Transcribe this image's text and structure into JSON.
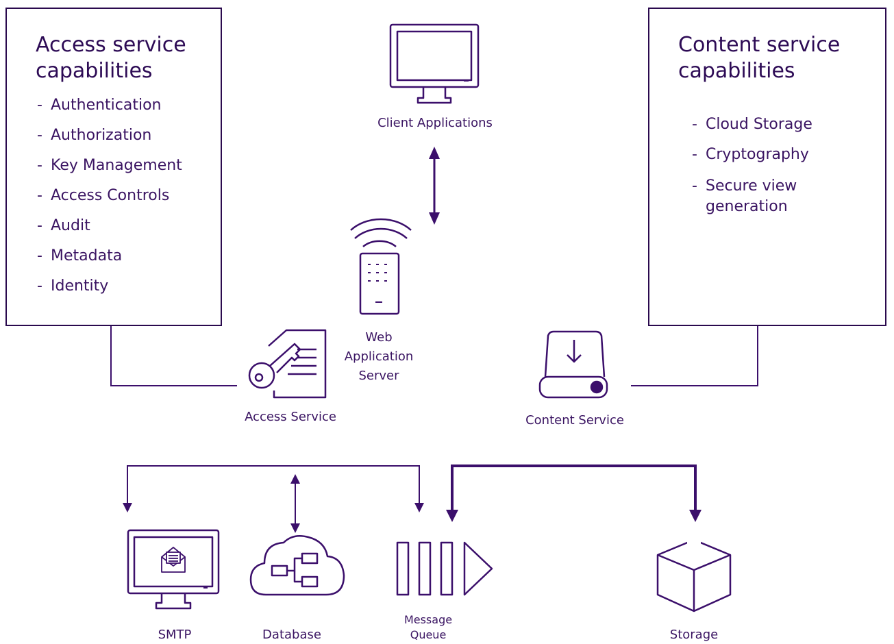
{
  "access_panel": {
    "title": "Access service\ncapabilities",
    "items": [
      "Authentication",
      "Authorization",
      "Key Management",
      "Access Controls",
      "Audit",
      "Metadata",
      "Identity"
    ]
  },
  "content_panel": {
    "title": "Content service\ncapabilities",
    "items": [
      "Cloud Storage",
      "Cryptography",
      "Secure view\ngeneration"
    ]
  },
  "nodes": {
    "client_applications": "Client Applications",
    "web_application_server": "Web\nApplication\nServer",
    "access_service": "Access Service",
    "content_service": "Content Service",
    "smtp": "SMTP",
    "database": "Database",
    "message_queue": "Message\nQueue",
    "storage": "Storage"
  },
  "icons": {
    "client": "monitor-icon",
    "web_server": "remote-device-icon",
    "access": "key-document-icon",
    "content": "download-drive-icon",
    "smtp": "mail-monitor-icon",
    "database": "cloud-database-icon",
    "queue": "message-queue-icon",
    "storage": "box-icon"
  },
  "colors": {
    "stroke": "#3b0f6b",
    "text": "#3a1462"
  }
}
